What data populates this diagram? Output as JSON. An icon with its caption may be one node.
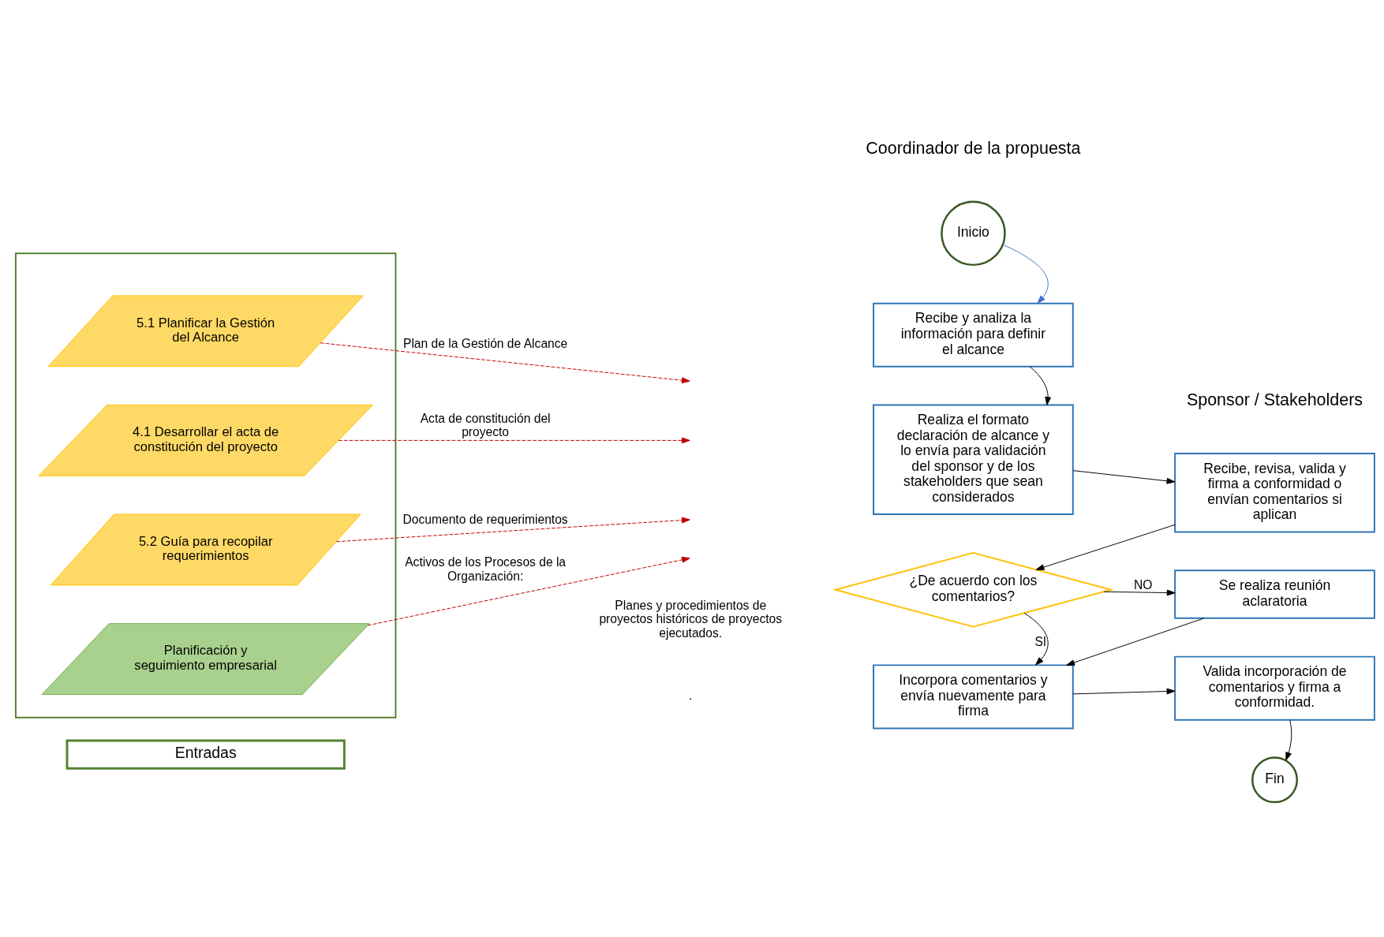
{
  "diagram": {
    "nodes": [
      {
        "text": [
          "Entradas"
        ]
      },
      {
        "text": [],
        "shape": "box"
      },
      {
        "text": [
          "5.1 Planificar la Gestión del Alcance"
        ],
        "in": 1
      },
      {
        "text": [
          "4.1 Desarrollar el acta de constitución del proyecto"
        ],
        "in": 1
      },
      {
        "text": [
          "5.2 Guía para recopilar requerimientos"
        ],
        "in": 1
      },
      {
        "text": [
          "Planificación y seguimiento empresarial"
        ],
        "in": 1
      },
      {
        "text": [
          "Inicio"
        ]
      },
      {
        "text": [
          "Recibe y analiza la información para definir el alcance"
        ]
      },
      {
        "text": [
          "Realiza el formato declaración de alcance y lo envía para validación del sponsor y de los stakeholders que sean considerados"
        ]
      },
      {
        "text": [
          "Recibe, revisa, valida y firma a conformidad o envían comentarios si aplican"
        ]
      },
      {
        "text": [
          "¿De acuerdo con los comentarios?"
        ]
      },
      {
        "text": [
          "Se realiza reunión aclaratoria"
        ]
      },
      {
        "text": [
          "Incorpora comentarios y envía nuevamente para firma"
        ]
      },
      {
        "text": [
          "Valida incorporación de comentarios y firma a conformidad."
        ]
      },
      {
        "text": [
          "Fin"
        ]
      }
    ],
    "edges": [
      {
        "from": 2,
        "to": null,
        "arrow": "to",
        "label": "Plan de la Gestión de Alcance",
        "style": "dashed",
        "color": "#c00000"
      },
      {
        "from": 3,
        "to": null,
        "arrow": "to",
        "label": "Acta de constitución del proyecto",
        "style": "dashed",
        "color": "#c00000"
      },
      {
        "from": 4,
        "to": null,
        "arrow": "to",
        "label": "Documento de requerimientos",
        "style": "dashed",
        "color": "#c00000"
      },
      {
        "from": 5,
        "to": null,
        "arrow": "to",
        "label": "Activos de los Procesos de la Organización:",
        "style": "dashed",
        "color": "#c00000"
      },
      {
        "from": 6,
        "to": 7,
        "arrow": "to",
        "color": "#4472c4"
      },
      {
        "from": 7,
        "to": 8,
        "arrow": "to"
      },
      {
        "from": 8,
        "to": 9,
        "arrow": "to"
      },
      {
        "from": 9,
        "to": 10,
        "arrow": "to"
      },
      {
        "from": 10,
        "to": 11,
        "arrow": "to",
        "label": "NO"
      },
      {
        "from": 10,
        "to": 12,
        "arrow": "to",
        "label": "SI"
      },
      {
        "from": 11,
        "to": 12,
        "arrow": "to"
      },
      {
        "from": 12,
        "to": 13,
        "arrow": "to"
      },
      {
        "from": 13,
        "to": 14,
        "arrow": "to"
      }
    ],
    "labels": [
      "Coordinador de la propuesta",
      "Sponsor / Stakeholders",
      "Planes y procedimientos de proyectos históricos de proyectos ejecutados.",
      "."
    ]
  }
}
